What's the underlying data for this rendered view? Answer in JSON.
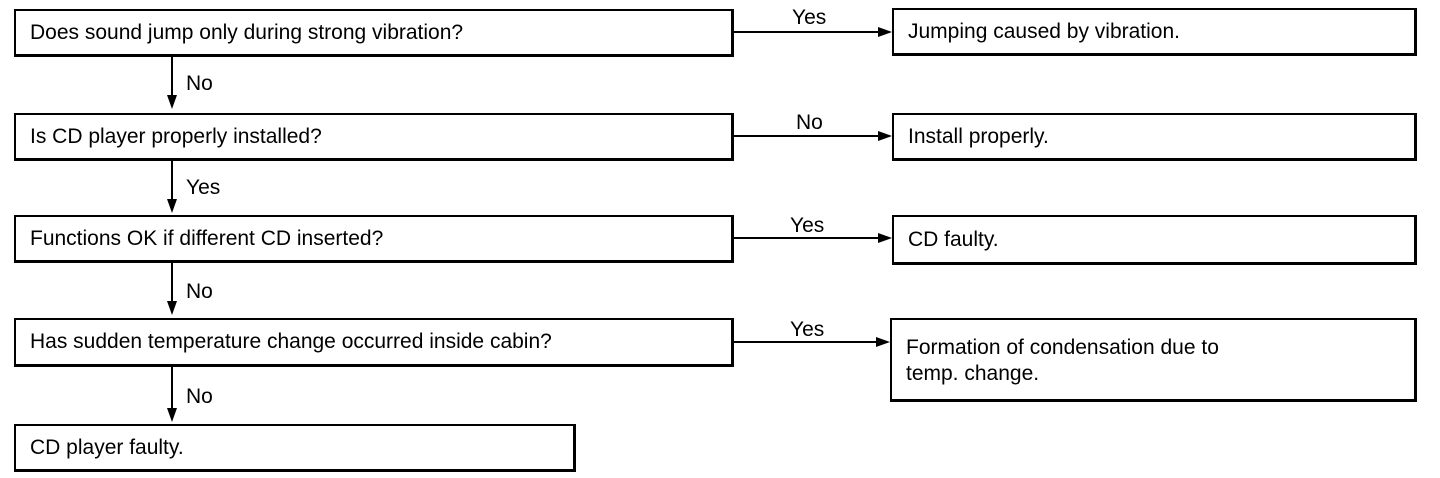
{
  "flow": {
    "questions": [
      "Does sound jump only during strong vibration?",
      "Is CD player properly installed?",
      "Functions OK if different CD inserted?",
      "Has sudden temperature change occurred inside cabin?"
    ],
    "results": [
      "Jumping caused by vibration.",
      "Install properly.",
      "CD faulty.",
      "Formation of condensation due to\ntemp. change."
    ],
    "final_result": "CD player faulty.",
    "side_labels": [
      "Yes",
      "No",
      "Yes",
      "Yes"
    ],
    "down_labels": [
      "No",
      "Yes",
      "No",
      "No"
    ]
  }
}
